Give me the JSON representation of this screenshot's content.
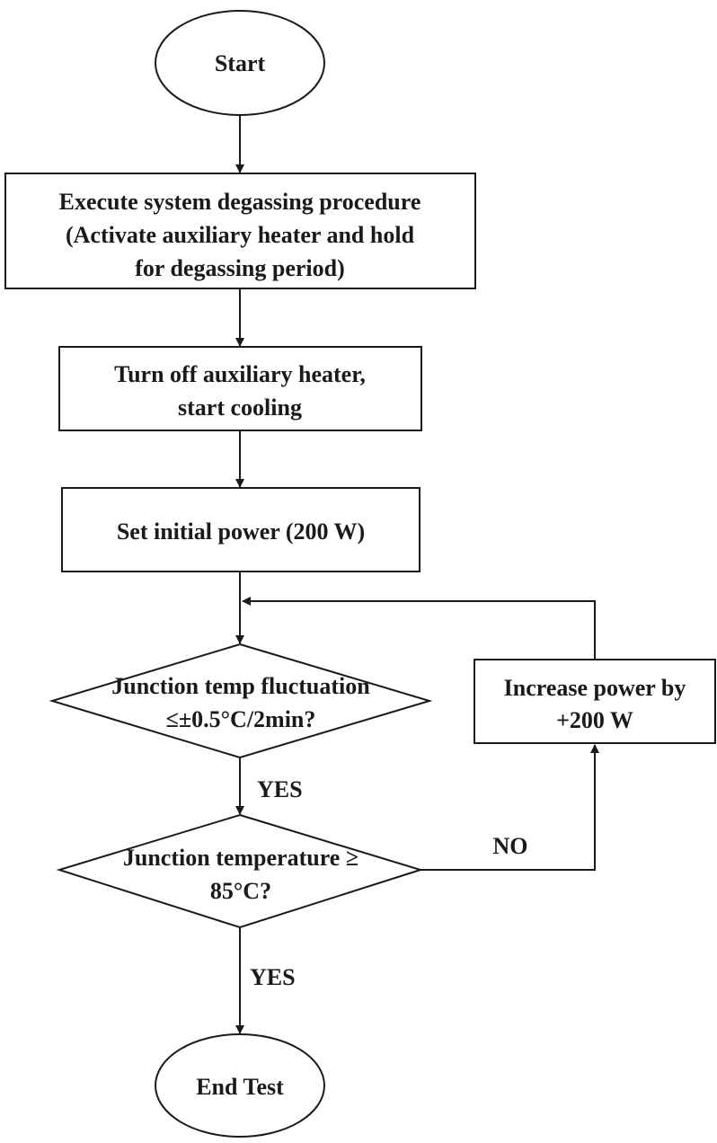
{
  "flowchart": {
    "start": "Start",
    "degas": {
      "line1": "Execute system degassing procedure",
      "line2": "(Activate auxiliary heater and hold",
      "line3": "for degassing period)"
    },
    "cooling": {
      "line1": "Turn off auxiliary heater,",
      "line2": "start cooling"
    },
    "initial_power": "Set initial power (200 W)",
    "fluctuation_check": {
      "line1": "Junction temp fluctuation",
      "line2": "≤±0.5°C/2min?"
    },
    "temperature_check": {
      "line1": "Junction temperature ≥",
      "line2": "85°C?"
    },
    "increase_power": {
      "line1": "Increase power by",
      "line2": "+200 W"
    },
    "labels": {
      "yes_after_fluctuation": "YES",
      "yes_after_temperature": "YES",
      "no": "NO"
    },
    "end": "End Test"
  }
}
